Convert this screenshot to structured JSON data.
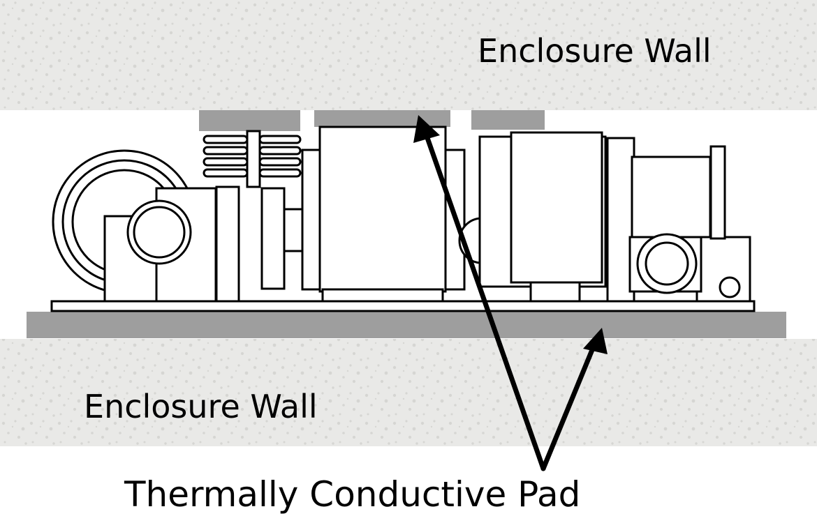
{
  "labels": {
    "enclosure_wall_top": "Enclosure Wall",
    "enclosure_wall_bottom": "Enclosure Wall",
    "thermal_pad": "Thermally Conductive Pad"
  },
  "colors": {
    "wall_fill": "#e9e9e7",
    "wall_speckle": "#d6d6d3",
    "pad_fill": "#9e9e9e",
    "line": "#000000",
    "background": "#ffffff"
  }
}
